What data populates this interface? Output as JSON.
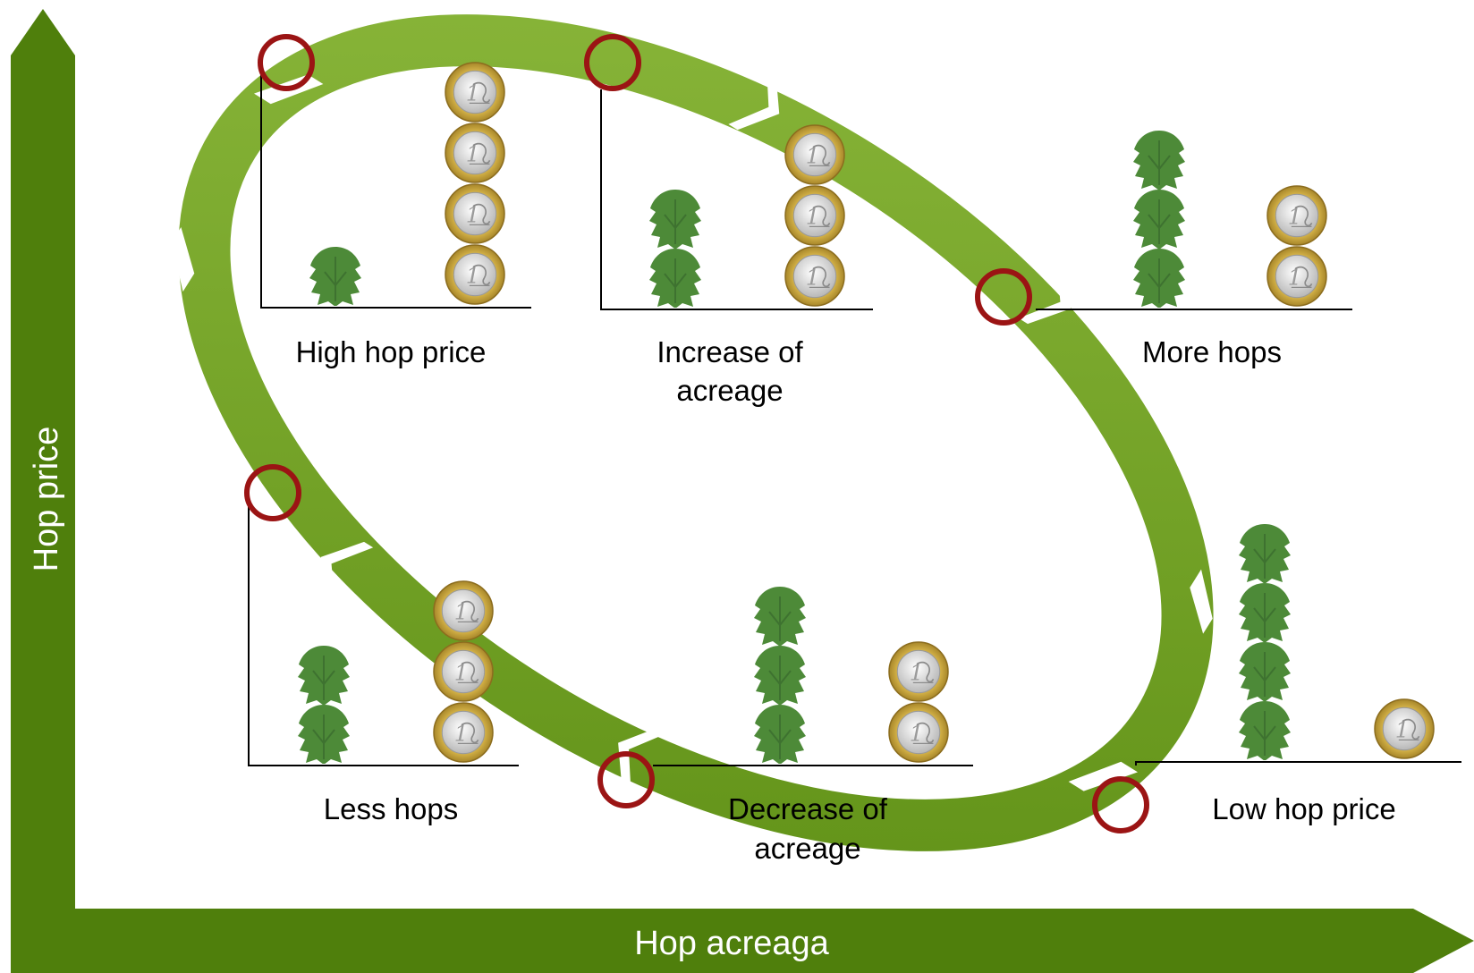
{
  "axes": {
    "y_label": "Hop price",
    "x_label": "Hop acreaga"
  },
  "stages": [
    {
      "label_lines": [
        "High hop price"
      ],
      "hops": 1,
      "coins": 4
    },
    {
      "label_lines": [
        "Increase of",
        "acreage"
      ],
      "hops": 2,
      "coins": 3
    },
    {
      "label_lines": [
        "More hops"
      ],
      "hops": 3,
      "coins": 2
    },
    {
      "label_lines": [
        "Low hop price"
      ],
      "hops": 4,
      "coins": 1
    },
    {
      "label_lines": [
        "Decrease of",
        "acreage"
      ],
      "hops": 3,
      "coins": 2
    },
    {
      "label_lines": [
        "Less hops"
      ],
      "hops": 2,
      "coins": 3
    }
  ],
  "colors": {
    "axis": "#4f7f0c",
    "cycle_arrow": "#6f9e24",
    "cycle_arrow_light": "#8cb83c",
    "hop": "#4d8a38",
    "coin_gold": "#d8b64a",
    "coin_silver": "#d9d9d9",
    "marker_ring": "#9b1414"
  },
  "icons": [
    "hop-cone-icon",
    "euro-coin-icon",
    "cycle-arrow-icon",
    "marker-circle-icon"
  ]
}
